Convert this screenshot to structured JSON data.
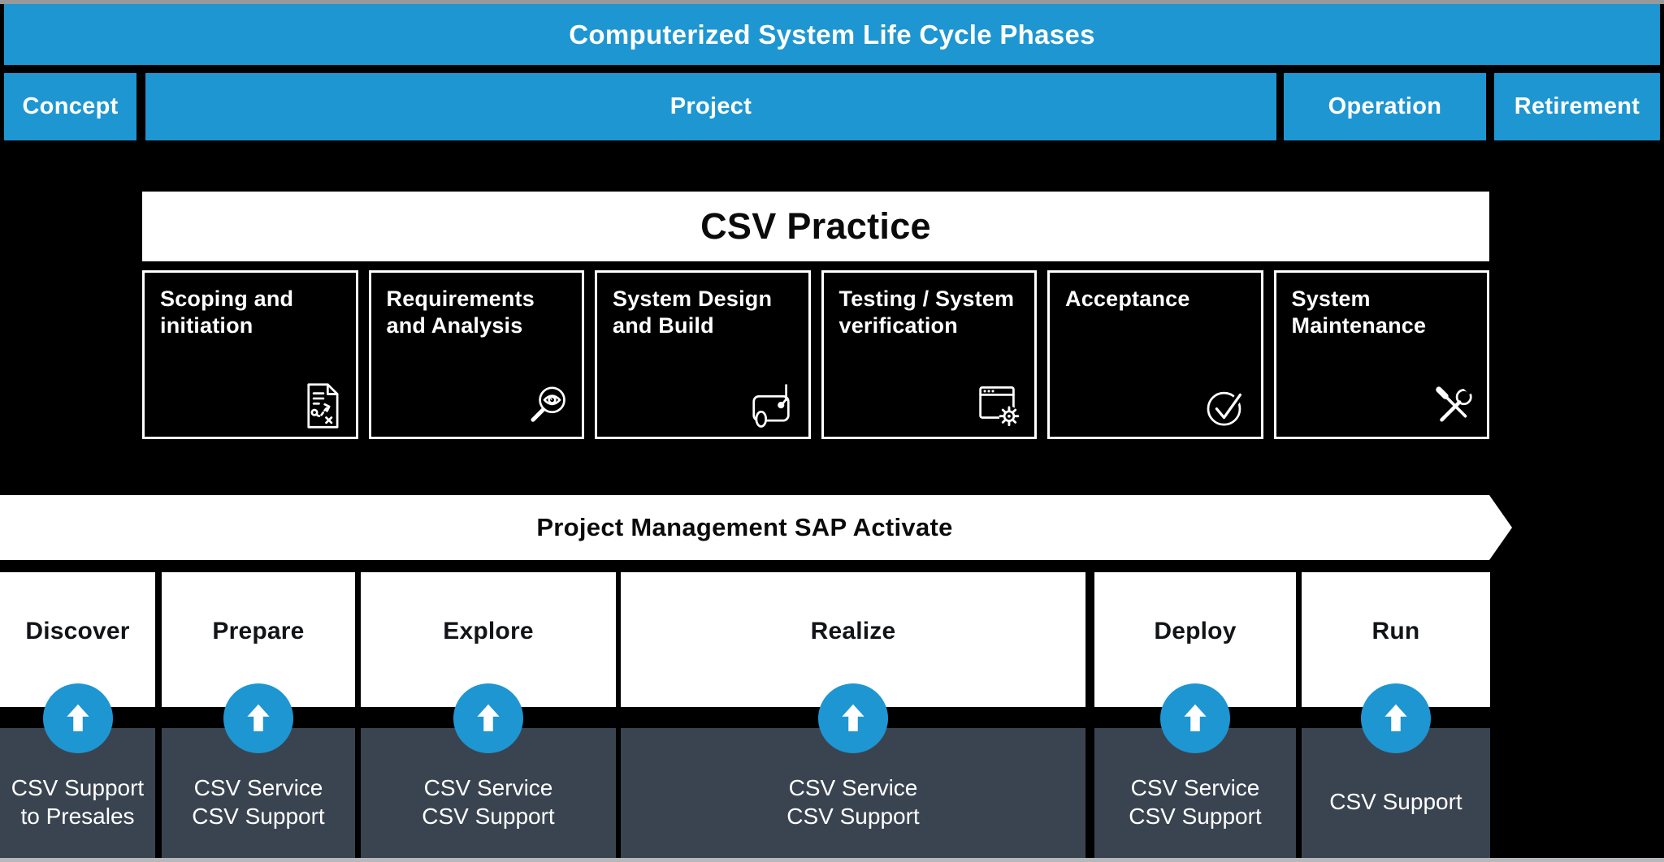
{
  "title_bar": {
    "title": "Computerized System Life Cycle Phases"
  },
  "lifecycle_phases": [
    {
      "label": "Concept"
    },
    {
      "label": "Project"
    },
    {
      "label": "Operation"
    },
    {
      "label": "Retirement"
    }
  ],
  "csv_practice": {
    "title": "CSV Practice",
    "steps": [
      {
        "label": "Scoping and initiation",
        "icon": "strategy-document-icon"
      },
      {
        "label": "Requirements and Analysis",
        "icon": "magnifier-eye-icon"
      },
      {
        "label": "System Design and Build",
        "icon": "design-board-icon"
      },
      {
        "label": "Testing / System verification",
        "icon": "window-gear-icon"
      },
      {
        "label": "Acceptance",
        "icon": "check-circle-icon"
      },
      {
        "label": "System Maintenance",
        "icon": "crossed-tools-icon"
      }
    ]
  },
  "pm_banner": {
    "label": "Project Management SAP Activate"
  },
  "sap_activate": {
    "support_icon": "arrow-up-circle-icon",
    "phases": [
      {
        "name": "Discover",
        "support_lines": [
          "CSV Support",
          "to Presales"
        ]
      },
      {
        "name": "Prepare",
        "support_lines": [
          "CSV Service",
          "CSV Support"
        ]
      },
      {
        "name": "Explore",
        "support_lines": [
          "CSV Service",
          "CSV Support"
        ]
      },
      {
        "name": "Realize",
        "support_lines": [
          "CSV Service",
          "CSV Support"
        ]
      },
      {
        "name": "Deploy",
        "support_lines": [
          "CSV Service",
          "CSV Support"
        ]
      },
      {
        "name": "Run",
        "support_lines": [
          "CSV Support"
        ]
      }
    ]
  },
  "colors": {
    "accent_blue": "#1E96D2",
    "dark_slate": "#3A4451",
    "background": "#000000",
    "panel_white": "#FFFFFF"
  }
}
